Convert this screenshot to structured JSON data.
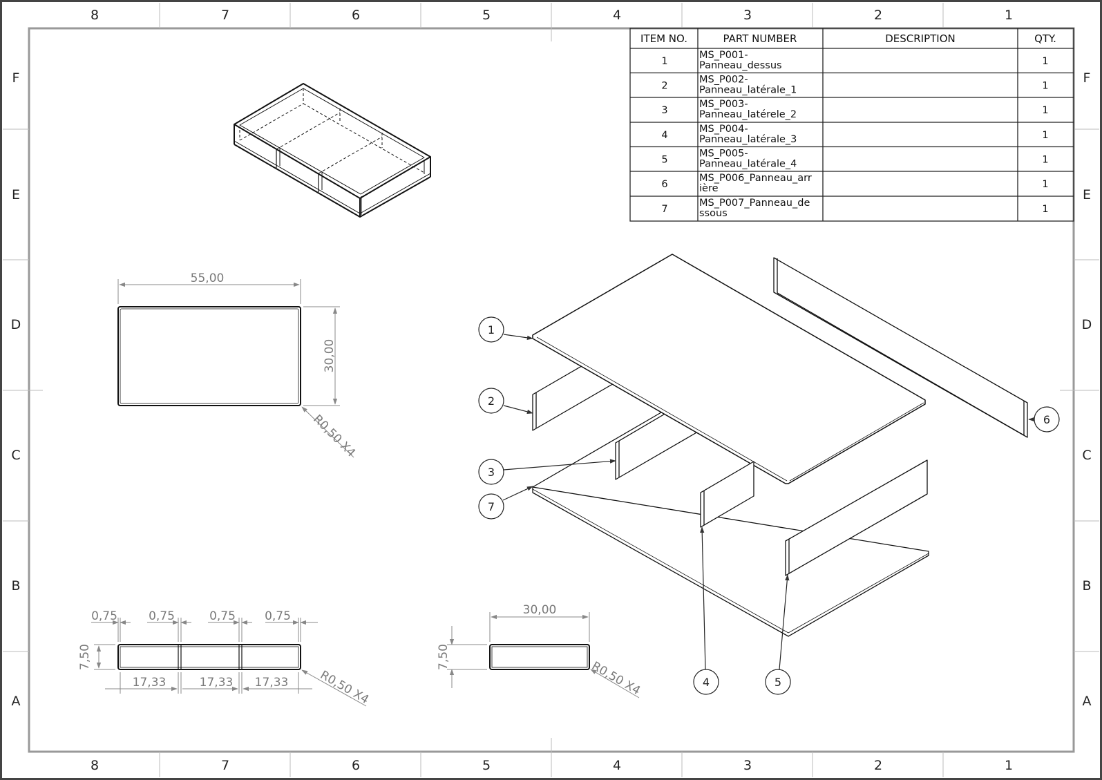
{
  "zones": {
    "columns": [
      "8",
      "7",
      "6",
      "5",
      "4",
      "3",
      "2",
      "1"
    ],
    "rows": [
      "F",
      "E",
      "D",
      "C",
      "B",
      "A"
    ]
  },
  "bom": {
    "headers": [
      "ITEM NO.",
      "PART NUMBER",
      "DESCRIPTION",
      "QTY."
    ],
    "rows": [
      {
        "item": "1",
        "part": [
          "MS_P001-",
          "Panneau_dessus"
        ],
        "description": "",
        "qty": "1"
      },
      {
        "item": "2",
        "part": [
          "MS_P002-",
          "Panneau_latérale_1"
        ],
        "description": "",
        "qty": "1"
      },
      {
        "item": "3",
        "part": [
          "MS_P003-",
          "Panneau_latérele_2"
        ],
        "description": "",
        "qty": "1"
      },
      {
        "item": "4",
        "part": [
          "MS_P004-",
          "Panneau_latérale_3"
        ],
        "description": "",
        "qty": "1"
      },
      {
        "item": "5",
        "part": [
          "MS_P005-",
          "Panneau_latérale_4"
        ],
        "description": "",
        "qty": "1"
      },
      {
        "item": "6",
        "part": [
          "MS_P006_Panneau_arr",
          "ière"
        ],
        "description": "",
        "qty": "1"
      },
      {
        "item": "7",
        "part": [
          "MS_P007_Panneau_de",
          "ssous"
        ],
        "description": "",
        "qty": "1"
      }
    ]
  },
  "dimensions": {
    "top_width": "55,00",
    "top_height": "30,00",
    "top_radius": "R0,50 X4",
    "front_thicknesses": [
      "0,75",
      "0,75",
      "0,75",
      "0,75"
    ],
    "front_height": "7,50",
    "front_spacings": [
      "17,33",
      "17,33",
      "17,33"
    ],
    "front_radius": "R0,50 X4",
    "side_width": "30,00",
    "side_height": "7,50",
    "side_radius": "R0,50 X4"
  },
  "balloons": [
    "1",
    "2",
    "3",
    "4",
    "5",
    "6",
    "7"
  ]
}
